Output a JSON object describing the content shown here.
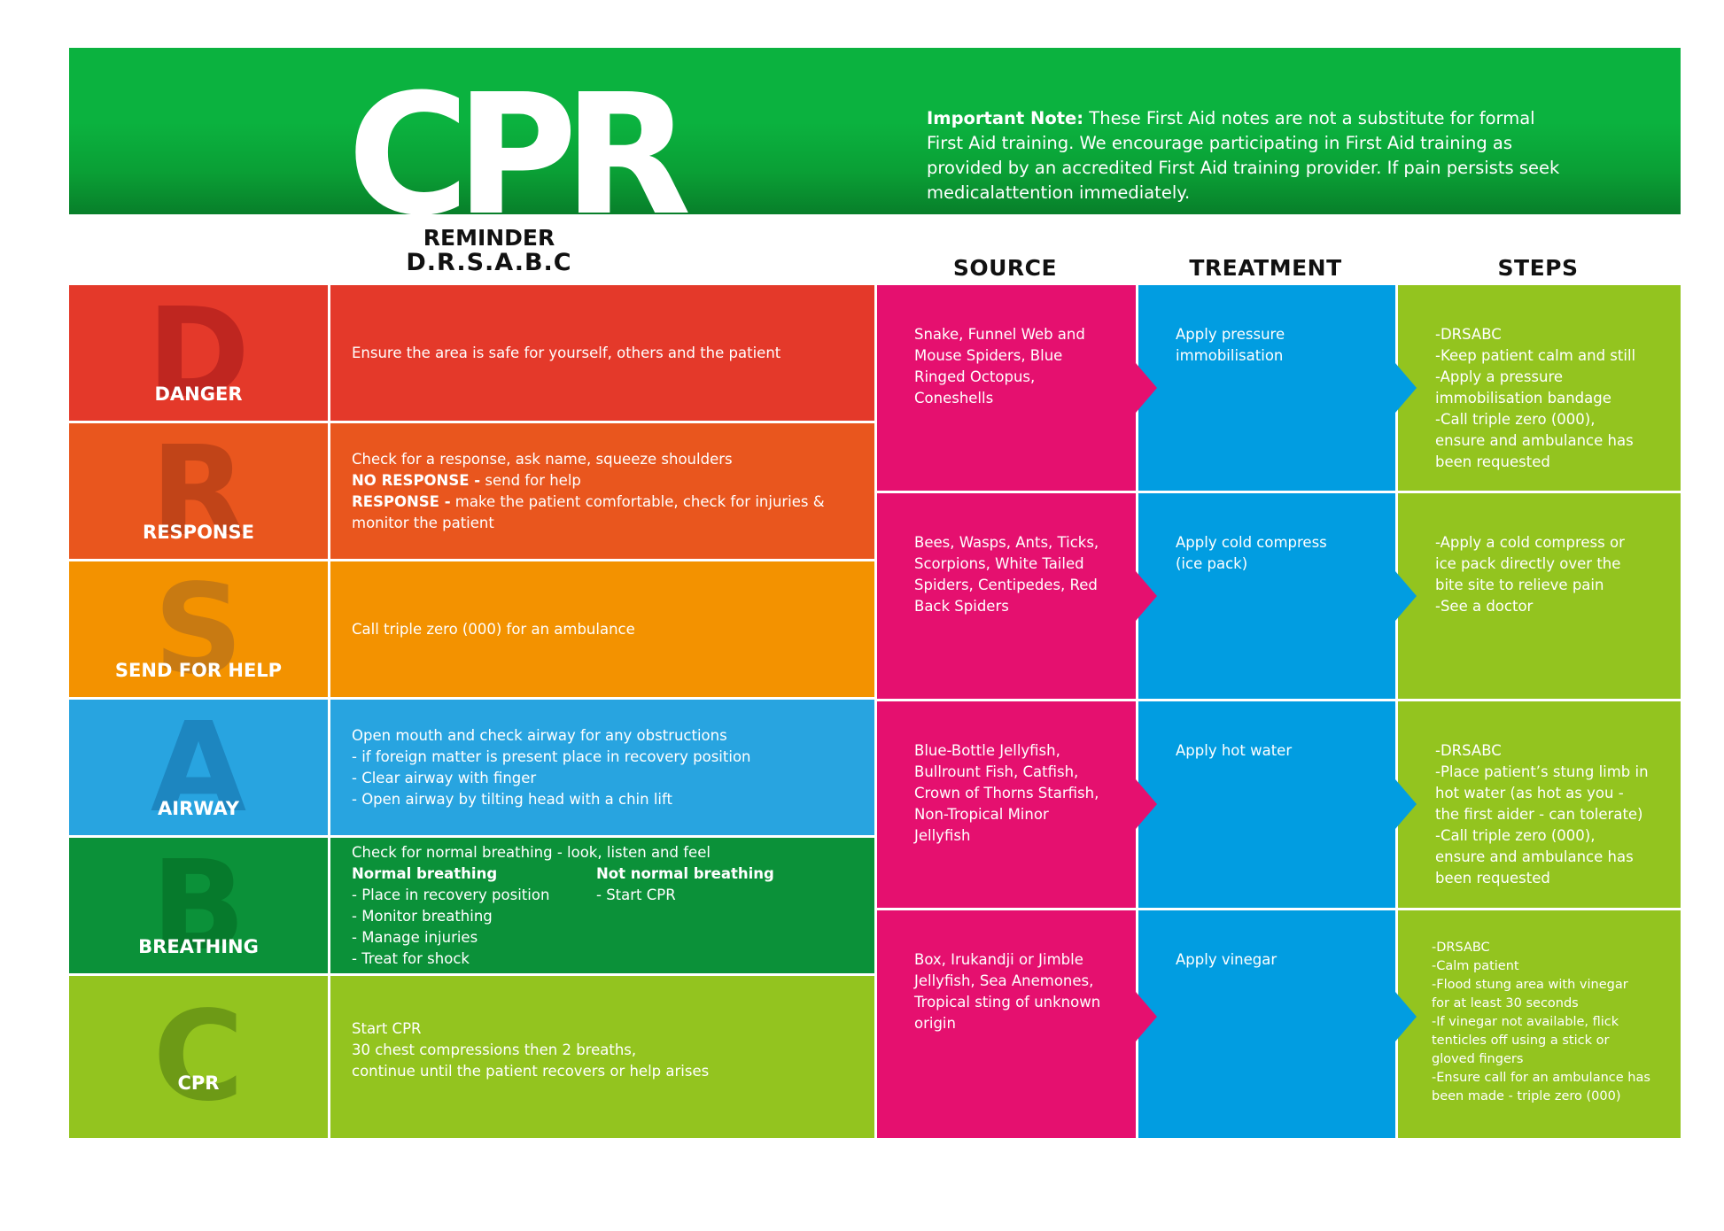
{
  "header": {
    "title": "CPR",
    "note_label": "Important Note:",
    "note_text": " These First Aid notes are not a substitute for formal First Aid training. We encourage participating in First Aid training as provided by an accredited First Aid training provider. If pain persists seek medicalattention immediately.",
    "reminder_line1": "REMINDER",
    "reminder_line2": "D.R.S.A.B.C"
  },
  "columns": {
    "source": "SOURCE",
    "treatment": "TREATMENT",
    "steps": "STEPS"
  },
  "drsabc": [
    {
      "letter": "D",
      "label": "DANGER",
      "bg": "#e4392a",
      "letter_color": "#bf2620",
      "text": [
        "Ensure the area is safe for yourself, others and the patient"
      ]
    },
    {
      "letter": "R",
      "label": "RESPONSE",
      "bg": "#e9561e",
      "letter_color": "#c14418",
      "text_intro": "Check for a response, ask name, squeeze shoulders",
      "no_response_label": "NO RESPONSE -",
      "no_response_text": " send for help",
      "response_label": "RESPONSE -",
      "response_text": " make the patient comfortable, check for injuries & monitor the patient"
    },
    {
      "letter": "S",
      "label": "SEND FOR HELP",
      "bg": "#f39200",
      "letter_color": "#c87a12",
      "text": [
        "Call triple zero (000) for an ambulance"
      ]
    },
    {
      "letter": "A",
      "label": "AIRWAY",
      "bg": "#28a4e0",
      "letter_color": "#1d86c0",
      "text": [
        "Open mouth and check airway for any obstructions",
        "- if foreign matter is present place in recovery position",
        "- Clear airway with finger",
        "- Open airway by tilting head with a chin lift"
      ]
    },
    {
      "letter": "B",
      "label": "BREATHING",
      "bg": "#0b9139",
      "letter_color": "#067a2c",
      "text_intro": "Check for normal breathing - look, listen and feel",
      "normal_label": "Normal breathing",
      "normal_items": [
        "- Place in recovery position",
        "- Monitor breathing",
        "- Manage injuries",
        "- Treat for shock"
      ],
      "not_normal_label": "Not normal breathing",
      "not_normal_items": [
        "- Start CPR"
      ]
    },
    {
      "letter": "C",
      "label": "CPR",
      "bg": "#93c41f",
      "letter_color": "#6d9a16",
      "text": [
        "Start CPR",
        "30 chest compressions then 2 breaths,",
        "continue until the patient recovers or help arises"
      ]
    }
  ],
  "bites": [
    {
      "source": [
        "Snake, Funnel Web and",
        "Mouse Spiders, Blue",
        "Ringed Octopus,",
        "Coneshells"
      ],
      "treatment": [
        "Apply pressure",
        "immobilisation"
      ],
      "steps": [
        "-DRSABC",
        "-Keep patient calm and still",
        "-Apply a pressure",
        "immobilisation bandage",
        "-Call triple zero (000),",
        "ensure and ambulance has",
        "been requested"
      ]
    },
    {
      "source": [
        "Bees, Wasps, Ants, Ticks,",
        "Scorpions, White Tailed",
        "Spiders, Centipedes, Red",
        "Back Spiders"
      ],
      "treatment": [
        "Apply cold compress",
        "(ice pack)"
      ],
      "steps": [
        "-Apply a cold compress or",
        "ice pack directly over the",
        "bite site to relieve pain",
        "-See a doctor"
      ]
    },
    {
      "source": [
        "Blue-Bottle Jellyfish,",
        "Bullrount Fish, Catfish,",
        "Crown of Thorns Starfish,",
        "Non-Tropical Minor",
        "Jellyfish"
      ],
      "treatment": [
        "Apply hot water"
      ],
      "steps": [
        "-DRSABC",
        "-Place patient’s stung limb in",
        "hot water (as hot as you -",
        "the first aider - can tolerate)",
        "-Call triple zero (000),",
        "ensure and ambulance has",
        "been requested"
      ]
    },
    {
      "source": [
        "Box, Irukandji or Jimble",
        "Jellyfish, Sea Anemones,",
        "Tropical sting of unknown",
        "origin"
      ],
      "treatment": [
        "Apply vinegar"
      ],
      "steps": [
        "-DRSABC",
        "-Calm patient",
        "-Flood stung area with vinegar",
        "for at least 30 seconds",
        "-If vinegar not available, flick",
        "tenticles off using a stick or",
        "gloved fingers",
        "-Ensure call for an ambulance has",
        "been made - triple zero (000)"
      ]
    }
  ]
}
